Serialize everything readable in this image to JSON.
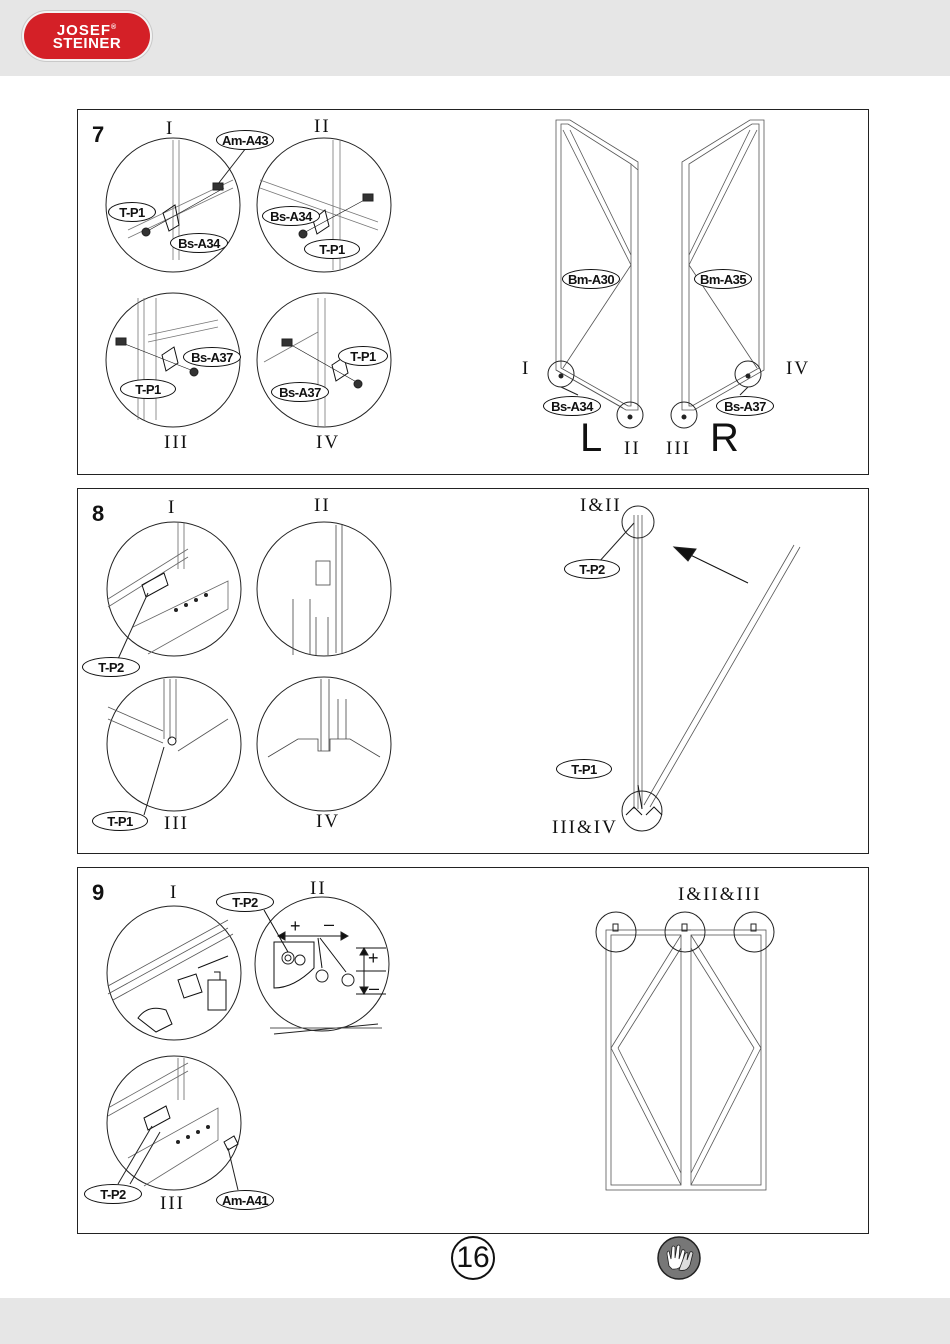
{
  "brand": {
    "line1": "JOSEF",
    "registered": "®",
    "line2": "STEINER"
  },
  "page_number": "16",
  "icons": {
    "glove": "gloves-icon"
  },
  "step7": {
    "number": "7",
    "details": [
      "I",
      "II",
      "III",
      "IV"
    ],
    "labels": {
      "am_a43": "Am-A43",
      "tp1_i": "T-P1",
      "bs_a34_i": "Bs-A34",
      "bs_a34_ii": "Bs-A34",
      "tp1_ii": "T-P1",
      "bs_a37_iii": "Bs-A37",
      "tp1_iii": "T-P1",
      "tp1_iv": "T-P1",
      "bs_a37_iv": "Bs-A37",
      "bm_a30": "Bm-A30",
      "bm_a35": "Bm-A35",
      "bs_a34_main": "Bs-A34",
      "bs_a37_main": "Bs-A37"
    },
    "main": {
      "i": "I",
      "ii": "II",
      "iii": "III",
      "iv": "IV",
      "left": "L",
      "right": "R"
    }
  },
  "step8": {
    "number": "8",
    "details": [
      "I",
      "II",
      "III",
      "IV"
    ],
    "labels": {
      "tp2_detail": "T-P2",
      "tp1_detail": "T-P1",
      "tp2_main": "T-P2",
      "tp1_main": "T-P1"
    },
    "main": {
      "top": "I&II",
      "bottom": "III&IV"
    }
  },
  "step9": {
    "number": "9",
    "details": [
      "I",
      "II",
      "III"
    ],
    "labels": {
      "tp2_top": "T-P2",
      "tp2_bottom": "T-P2",
      "am_a41": "Am-A41"
    },
    "adjust": {
      "plus": "+",
      "minus": "–",
      "plus_v": "+",
      "minus_v": "–"
    },
    "main": {
      "top": "I&II&III"
    }
  }
}
